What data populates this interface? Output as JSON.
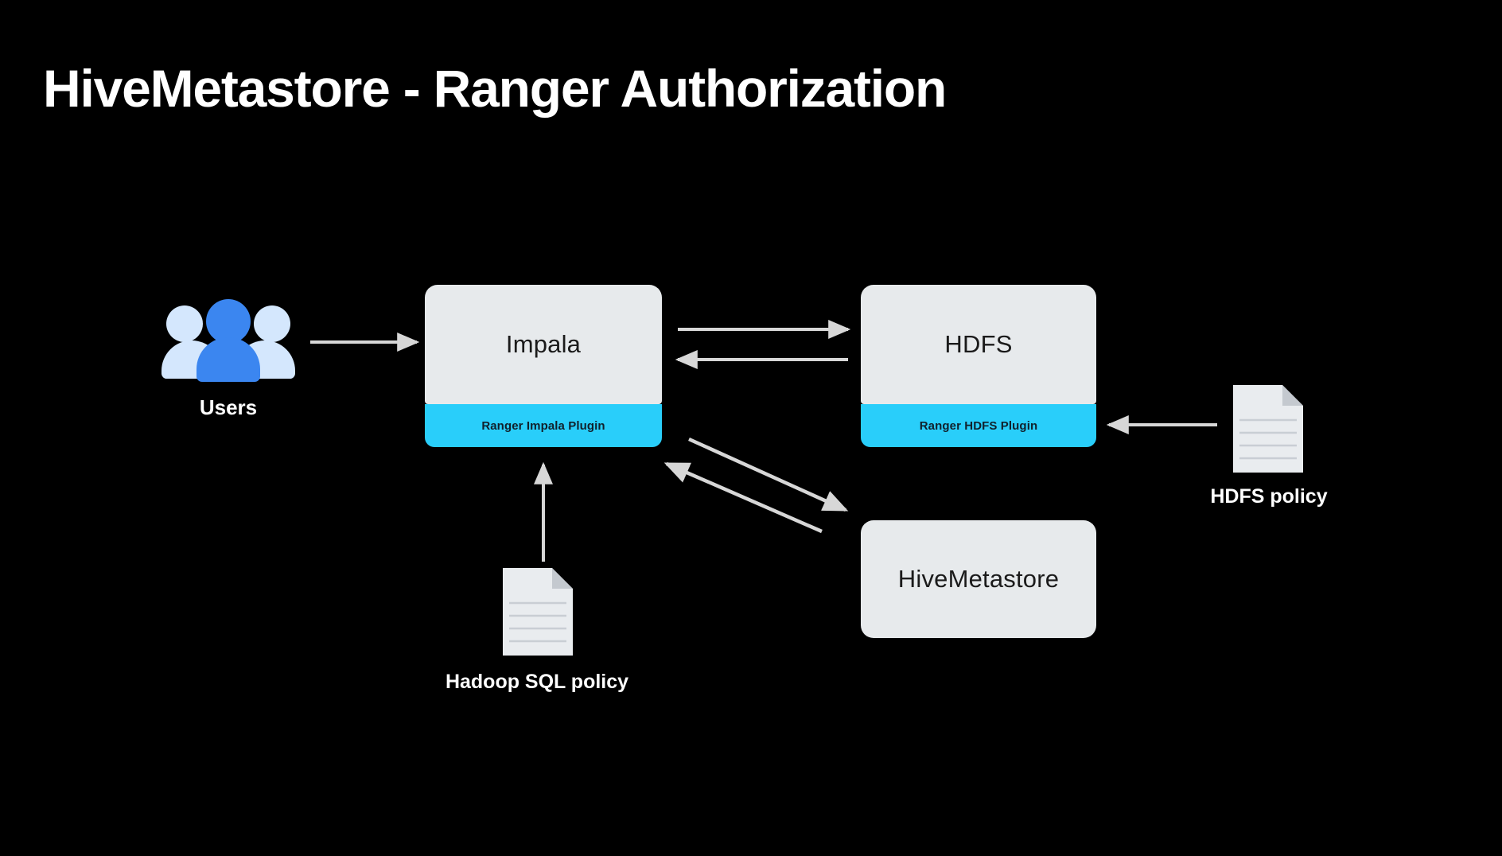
{
  "slide": {
    "title": "HiveMetastore - Ranger Authorization",
    "background_color": "#000000",
    "title_color": "#ffffff"
  },
  "palette": {
    "node_fill": "#e7eaec",
    "plugin_fill": "#29cefa",
    "node_text": "#1b1b1b",
    "plugin_text": "#11202b",
    "arrow_color": "#d7d7d7",
    "user_light_blue": "#d4e7fd",
    "user_dark_blue": "#3b86f0",
    "doc_fill": "#e9ecef",
    "doc_fold": "#c4c9cf",
    "doc_line": "#c9ced4"
  },
  "nodes": {
    "users": {
      "label": "Users",
      "icon": "users-group-icon"
    },
    "impala": {
      "label": "Impala",
      "plugin_label": "Ranger Impala Plugin"
    },
    "hdfs": {
      "label": "HDFS",
      "plugin_label": "Ranger HDFS Plugin"
    },
    "hivemetastore": {
      "label": "HiveMetastore"
    },
    "hadoop_sql_policy": {
      "label": "Hadoop SQL policy",
      "icon": "document-icon"
    },
    "hdfs_policy": {
      "label": "HDFS policy",
      "icon": "document-icon"
    }
  },
  "connections": [
    {
      "name": "users-to-impala",
      "from": "users",
      "to": "impala",
      "direction": "right"
    },
    {
      "name": "impala-to-hdfs",
      "from": "impala",
      "to": "hdfs",
      "direction": "right"
    },
    {
      "name": "hdfs-to-impala",
      "from": "hdfs",
      "to": "impala",
      "direction": "left"
    },
    {
      "name": "impala-plugin-to-hms",
      "from": "impala",
      "to": "hivemetastore",
      "direction": "down-right"
    },
    {
      "name": "hms-to-impala-plugin",
      "from": "hivemetastore",
      "to": "impala",
      "direction": "up-left"
    },
    {
      "name": "hadoop-sql-policy-to-impala",
      "from": "hadoop_sql_policy",
      "to": "impala",
      "direction": "up"
    },
    {
      "name": "hdfs-policy-to-hdfs-plugin",
      "from": "hdfs_policy",
      "to": "hdfs",
      "direction": "left"
    }
  ]
}
